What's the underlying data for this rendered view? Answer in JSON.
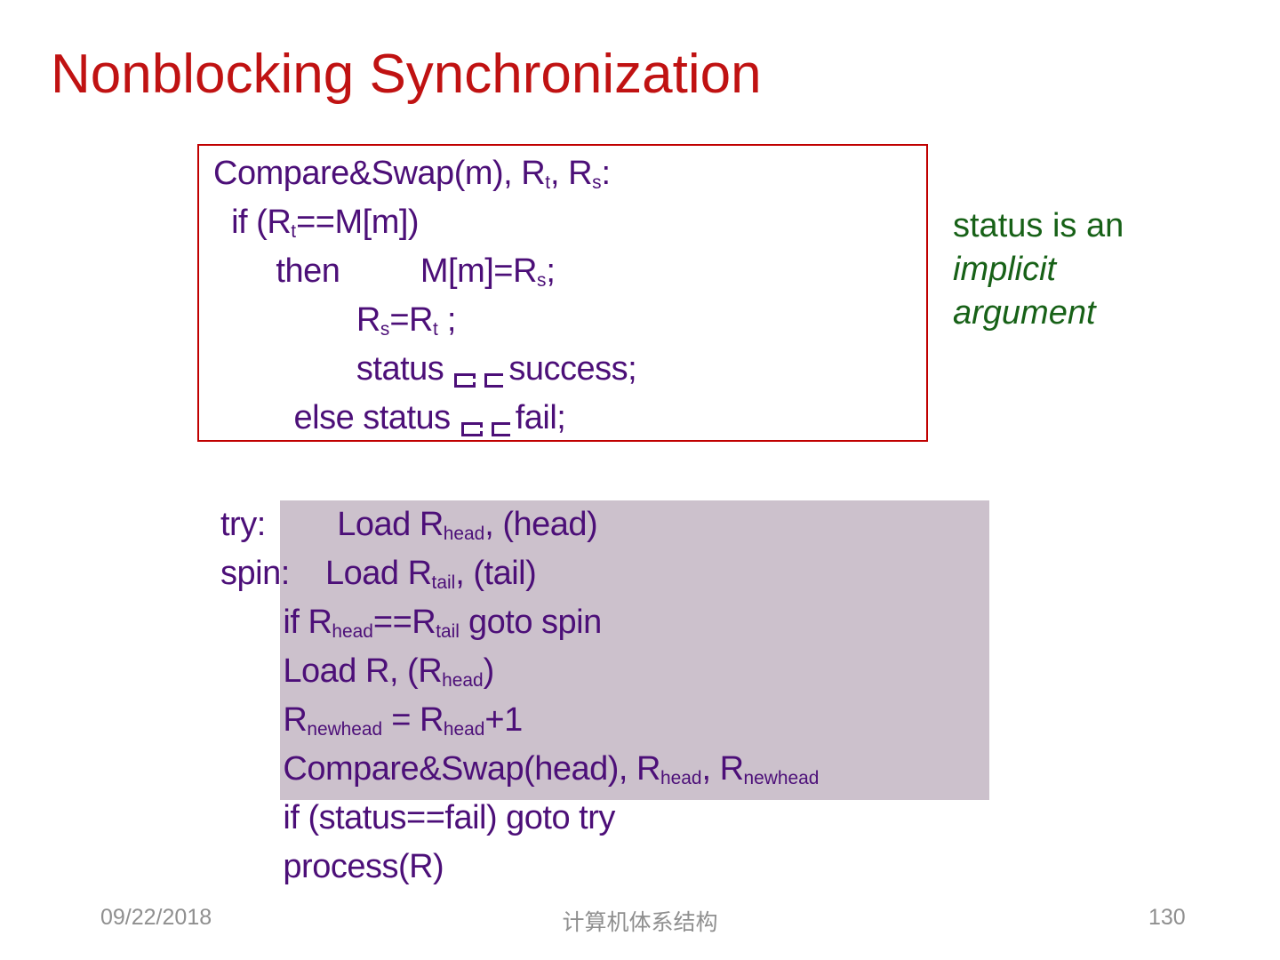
{
  "slide": {
    "title": "Nonblocking Synchronization"
  },
  "colors": {
    "title_red": "#c01212",
    "box_border_red": "#c00000",
    "code_purple": "#4c0f78",
    "highlight_lavender": "#ccc1cc",
    "note_green": "#176117",
    "footer_gray": "#8f8f8f"
  },
  "cas_box": {
    "lines": [
      [
        {
          "t": "Compare&Swap(m), R"
        },
        {
          "sub": "t"
        },
        {
          "t": ", R"
        },
        {
          "sub": "s"
        },
        {
          "t": ":"
        }
      ],
      [
        {
          "t": "  if (R"
        },
        {
          "sub": "t"
        },
        {
          "t": "==M[m])"
        }
      ],
      [
        {
          "t": "       then         M[m]=R"
        },
        {
          "sub": "s"
        },
        {
          "t": ";"
        }
      ],
      [
        {
          "t": "                R"
        },
        {
          "sub": "s"
        },
        {
          "t": "=R"
        },
        {
          "sub": "t"
        },
        {
          "t": " ;"
        }
      ],
      [
        {
          "t": "                status "
        },
        {
          "icon": "assign-symbol"
        },
        {
          "t": "success;"
        }
      ],
      [
        {
          "t": "         else status "
        },
        {
          "icon": "assign-symbol"
        },
        {
          "t": "fail;"
        }
      ]
    ]
  },
  "note": {
    "line1": "status is an",
    "line2": "implicit",
    "line3": "argument"
  },
  "queue_code": {
    "lines": [
      [
        {
          "t": "try:        Load R"
        },
        {
          "sub": "head"
        },
        {
          "t": ", (head)"
        }
      ],
      [
        {
          "t": "spin:    Load R"
        },
        {
          "sub": "tail"
        },
        {
          "t": ", (tail)"
        }
      ],
      [
        {
          "t": "       if R"
        },
        {
          "sub": "head"
        },
        {
          "t": "==R"
        },
        {
          "sub": "tail"
        },
        {
          "t": " goto spin"
        }
      ],
      [
        {
          "t": "       Load R, (R"
        },
        {
          "sub": "head"
        },
        {
          "t": ")"
        }
      ],
      [
        {
          "t": "       R"
        },
        {
          "sub": "newhead"
        },
        {
          "t": " = R"
        },
        {
          "sub": "head"
        },
        {
          "t": "+1"
        }
      ],
      [
        {
          "t": "       Compare&Swap(head), R"
        },
        {
          "sub": "head"
        },
        {
          "t": ", R"
        },
        {
          "sub": "newhead"
        }
      ],
      [
        {
          "t": "       if (status==fail) goto try"
        }
      ],
      [
        {
          "t": "       process(R)"
        }
      ]
    ]
  },
  "footer": {
    "date": "09/22/2018",
    "course": "计算机体系结构",
    "page": "130"
  }
}
